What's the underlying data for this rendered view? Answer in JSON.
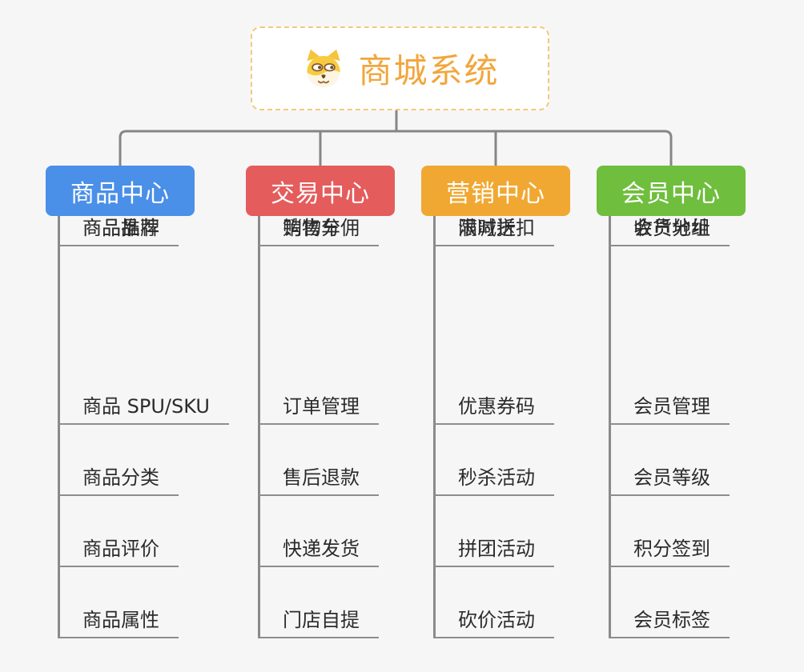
{
  "background_color": "#F6F6F6",
  "connector_color": "#868686",
  "root": {
    "title": "商城系统",
    "icon": "dog-face-icon",
    "title_color": "#F2A63C",
    "border_color": "#F3C87E"
  },
  "branches": [
    {
      "label": "商品中心",
      "color": "#4A8FE8",
      "children": [
        "商品 SPU/SKU",
        "商品分类",
        "商品评价",
        "商品属性",
        "商品推荐",
        "商品品牌"
      ]
    },
    {
      "label": "交易中心",
      "color": "#E45C5C",
      "children": [
        "订单管理",
        "售后退款",
        "快递发货",
        "门店自提",
        "购物车",
        "销售分佣"
      ]
    },
    {
      "label": "营销中心",
      "color": "#F0A832",
      "children": [
        "优惠券码",
        "秒杀活动",
        "拼团活动",
        "砍价活动",
        "限时折扣",
        "满减送"
      ]
    },
    {
      "label": "会员中心",
      "color": "#6FBE3D",
      "children": [
        "会员管理",
        "会员等级",
        "积分签到",
        "会员标签",
        "会员分组",
        "收货地址"
      ]
    }
  ]
}
